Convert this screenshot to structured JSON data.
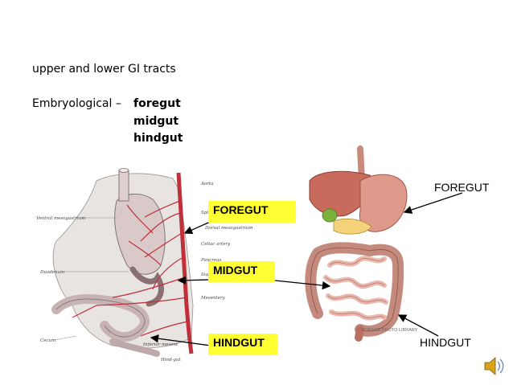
{
  "heading": "upper and lower GI tracts",
  "embryo_label": "Embryological –",
  "embryo_parts": [
    "foregut",
    "midgut",
    "hindgut"
  ],
  "left_diagram_labels": {
    "aorta": "Aorta",
    "ventral_mesogastrium": "Ventral mesogastrium",
    "spleen": "Sple",
    "dorsal_mesogastrium": "Dorsal mesogastrium",
    "celiac_artery": "Celiac artery",
    "pancreas": "Pancreas",
    "superior_mesenteric": "Super artery",
    "duodenum": "Duodenum",
    "mesentery": "Mesentery",
    "cecum": "Cecum",
    "inferior_mesenteric": "Inferior mesent",
    "hind_gut": "Hind-gut"
  },
  "boxes": {
    "foregut": "FOREGUT",
    "midgut": "MIDGUT",
    "hindgut": "HINDGUT"
  },
  "right_labels": {
    "foregut": "FOREGUT",
    "hindgut": "HINDGUT"
  },
  "watermark": "SCIENCE PHOTO LIBRARY",
  "colors": {
    "highlight": "#ffff33",
    "artery": "#c0303a"
  },
  "icons": {
    "speaker": "speaker-icon"
  }
}
